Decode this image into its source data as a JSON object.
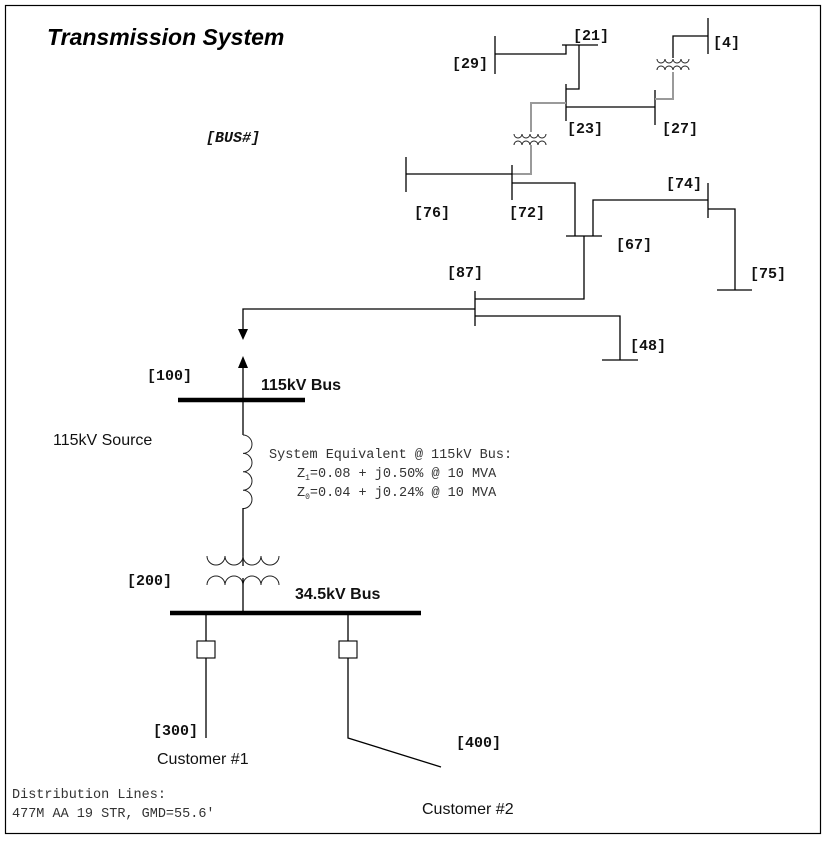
{
  "title": "Transmission System",
  "legend_label": "[BUS#]",
  "buses": {
    "b4": "[4]",
    "b21": "[21]",
    "b23": "[23]",
    "b27": "[27]",
    "b29": "[29]",
    "b48": "[48]",
    "b67": "[67]",
    "b72": "[72]",
    "b74": "[74]",
    "b75": "[75]",
    "b76": "[76]",
    "b87": "[87]",
    "b100": "[100]",
    "b200": "[200]",
    "b300": "[300]",
    "b400": "[400]"
  },
  "labels": {
    "bus_115kv": "115kV Bus",
    "source_115kv": "115kV Source",
    "bus_34kv": "34.5kV Bus",
    "customer1": "Customer #1",
    "customer2": "Customer #2"
  },
  "system_equivalent": {
    "heading": "System Equivalent @ 115kV Bus:",
    "z1_symbol": "Z",
    "z1_sub": "1",
    "z1_value": "=0.08 + j0.50% @ 10 MVA",
    "z0_symbol": "Z",
    "z0_sub": "0",
    "z0_value": "=0.04 + j0.24% @ 10 MVA"
  },
  "distribution_lines": {
    "heading": "Distribution Lines:",
    "spec": "477M AA 19 STR, GMD=55.6'"
  },
  "colors": {
    "line": "#000000",
    "transformer_lead": "#9a9a9a",
    "background": "#ffffff"
  }
}
